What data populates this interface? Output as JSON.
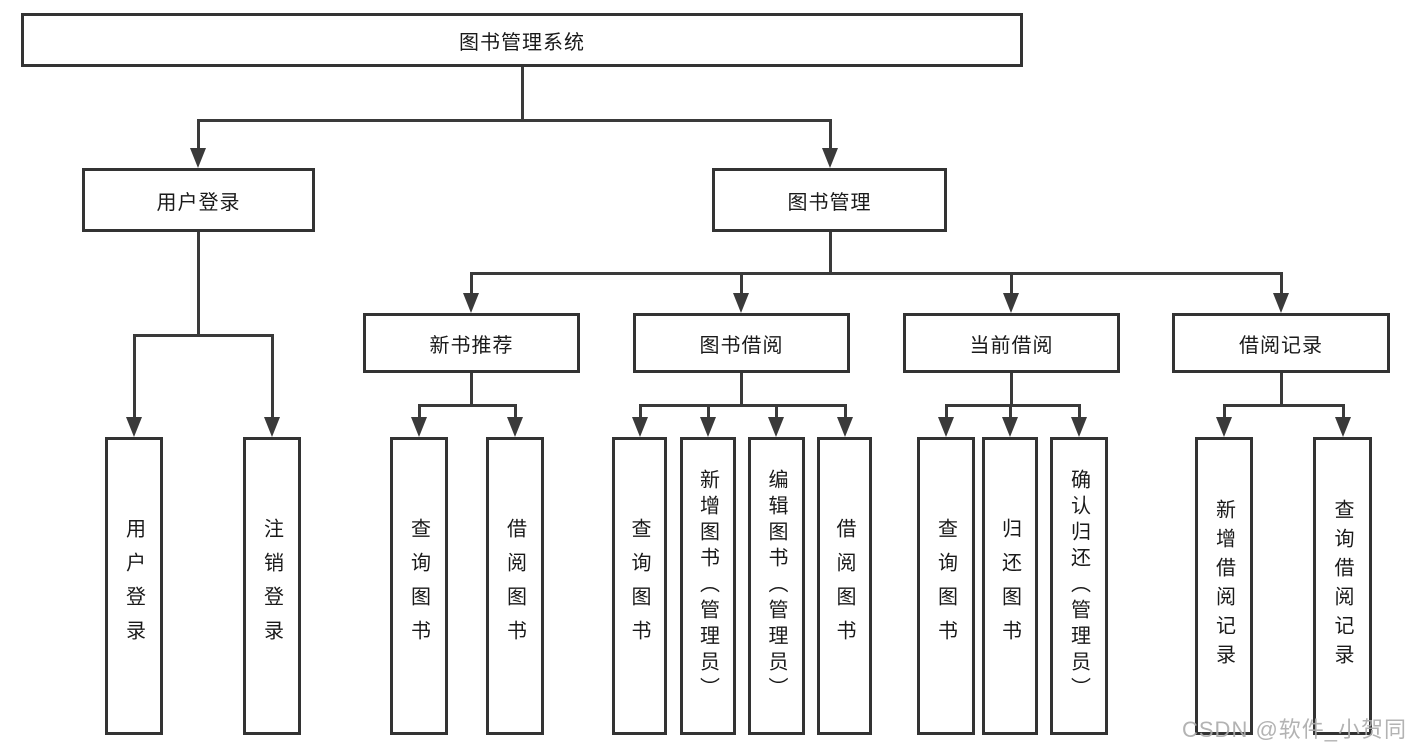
{
  "diagram": {
    "root": {
      "label": "图书管理系统"
    },
    "level2": [
      {
        "label": "用户登录"
      },
      {
        "label": "图书管理"
      }
    ],
    "level3": [
      {
        "label": "新书推荐"
      },
      {
        "label": "图书借阅"
      },
      {
        "label": "当前借阅"
      },
      {
        "label": "借阅记录"
      }
    ],
    "leaves": {
      "user_login": [
        {
          "label": "用户登录"
        },
        {
          "label": "注销登录"
        }
      ],
      "new_book": [
        {
          "label": "查询图书"
        },
        {
          "label": "借阅图书"
        }
      ],
      "book_borrow": [
        {
          "label": "查询图书"
        },
        {
          "label": "新增图书（管理员）"
        },
        {
          "label": "编辑图书（管理员）"
        },
        {
          "label": "借阅图书"
        }
      ],
      "current_borrow": [
        {
          "label": "查询图书"
        },
        {
          "label": "归还图书"
        },
        {
          "label": "确认归还（管理员）"
        }
      ],
      "borrow_record": [
        {
          "label": "新增借阅记录"
        },
        {
          "label": "查询借阅记录"
        }
      ]
    },
    "colors": {
      "line": "#3a3a3a",
      "box_border": "#333333",
      "box_bg": "#ffffff",
      "text": "#1a1a1a",
      "watermark": "#adadad"
    }
  },
  "watermark": {
    "text": "CSDN @软件_小贺同学"
  }
}
